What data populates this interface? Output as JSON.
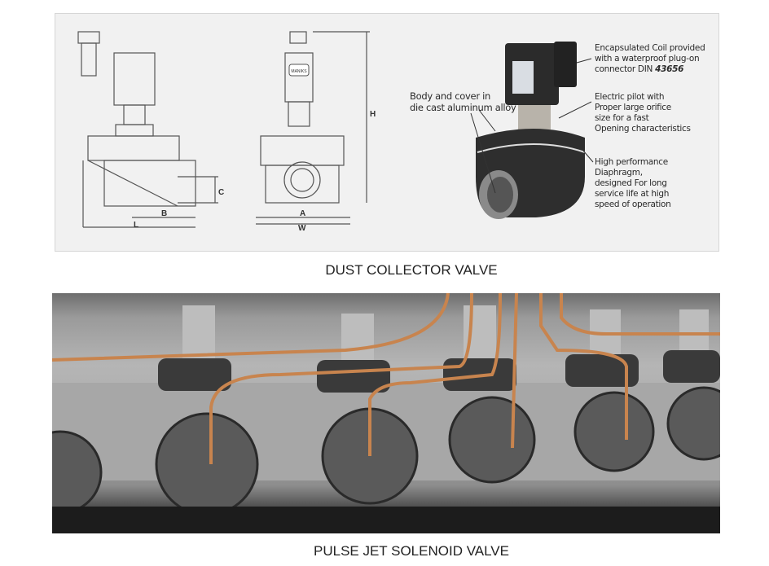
{
  "figure1": {
    "dimension_labels": [
      "H",
      "C",
      "B",
      "L",
      "A",
      "W"
    ],
    "brand_label": "MANIKS",
    "callouts": {
      "coil": [
        "Encapsulated Coil provided",
        "with a waterproof plug-on",
        "connector DIN "
      ],
      "coil_number": "43656",
      "body": [
        "Body and cover in",
        "die cast aluminum alloy"
      ],
      "pilot": [
        "Electric pilot with",
        "Proper large orifice",
        "size for a fast",
        "Opening characteristics"
      ],
      "diaphragm": [
        "High performance",
        "Diaphragm,",
        "designed For long",
        "service life at high",
        "speed of operation"
      ]
    },
    "caption": "DUST COLLECTOR VALVE"
  },
  "figure2": {
    "caption": "PULSE JET SOLENOID VALVE"
  },
  "colors": {
    "copper_tube": "#c8844e",
    "valve_black": "#2b2b2b",
    "background_panel": "#f1f1f1"
  }
}
